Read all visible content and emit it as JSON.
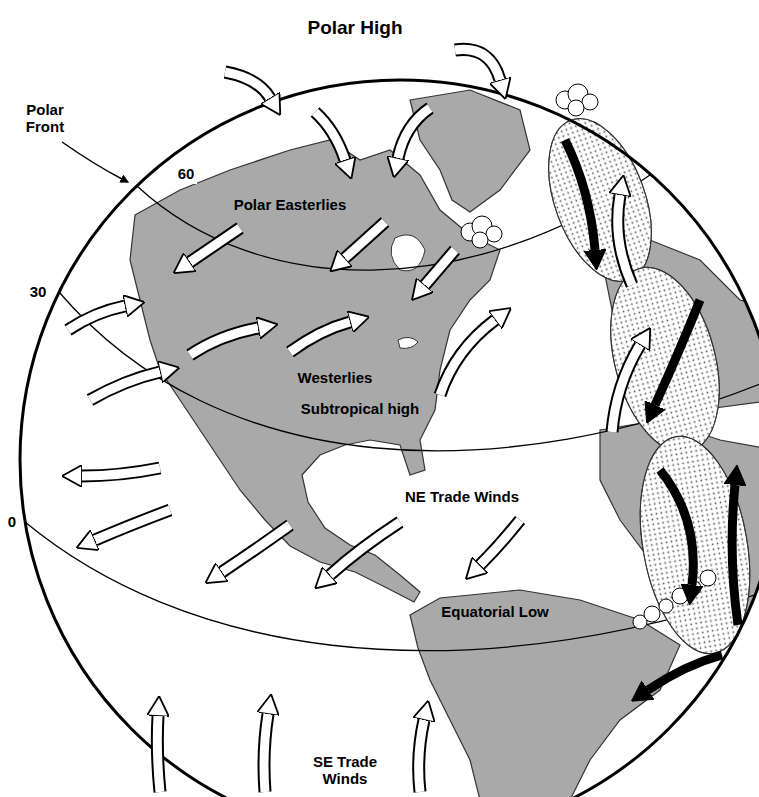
{
  "diagram": {
    "labels": [
      "Polar High",
      "Polar Front",
      "60",
      "Polar Easterlies",
      "30",
      "Westerlies",
      "Subtropical high",
      "NE Trade Winds",
      "0",
      "Equatorial Low",
      "SE Trade Winds"
    ]
  }
}
